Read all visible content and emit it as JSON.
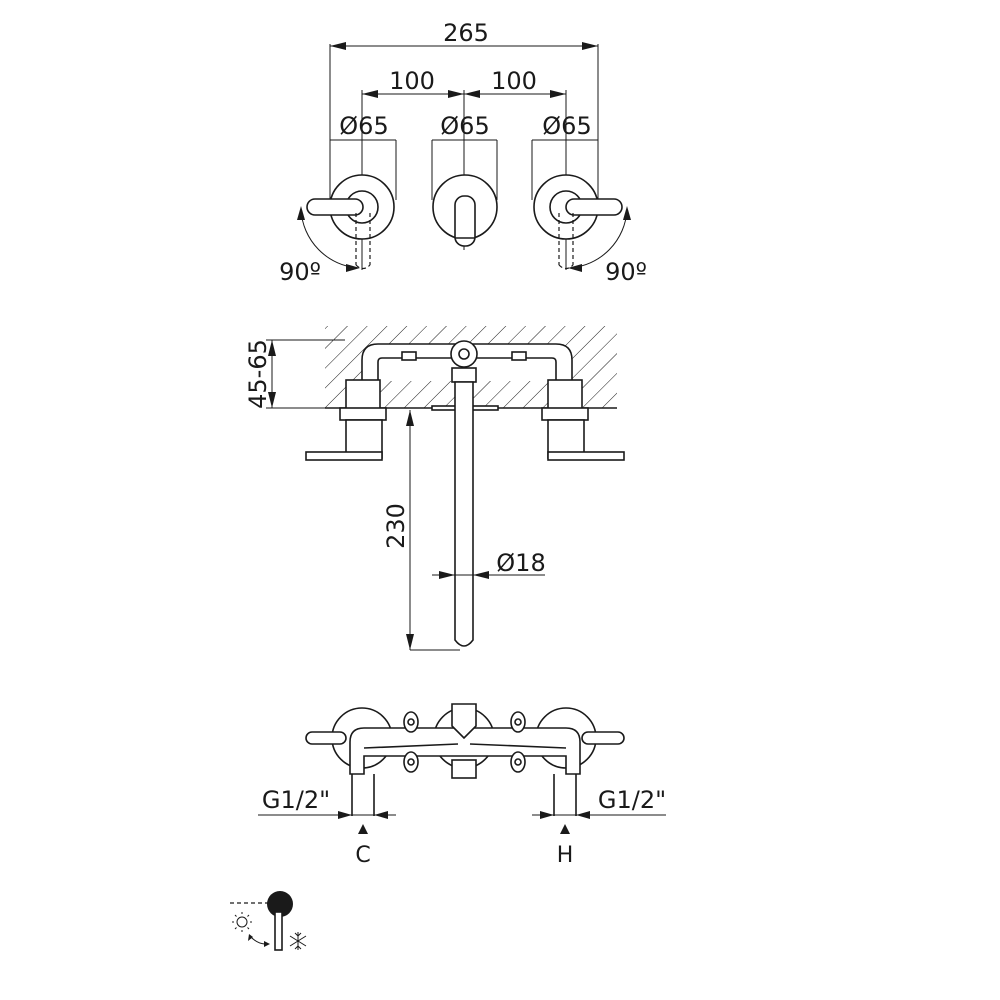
{
  "dimensions": {
    "overall_width": "265",
    "spacing_left": "100",
    "spacing_right": "100",
    "diameter_left": "Ø65",
    "diameter_center": "Ø65",
    "diameter_right": "Ø65",
    "rotation_left": "90º",
    "rotation_right": "90º",
    "wall_depth": "45-65",
    "spout_length": "230",
    "spout_diameter": "Ø18"
  },
  "connections": {
    "thread_left": "G1/2\"",
    "thread_right": "G1/2\"",
    "cold_label": "C",
    "hot_label": "H"
  },
  "icons": [
    "hot-water-sun-icon",
    "cold-water-snowflake-icon",
    "lever-handle-icon"
  ]
}
